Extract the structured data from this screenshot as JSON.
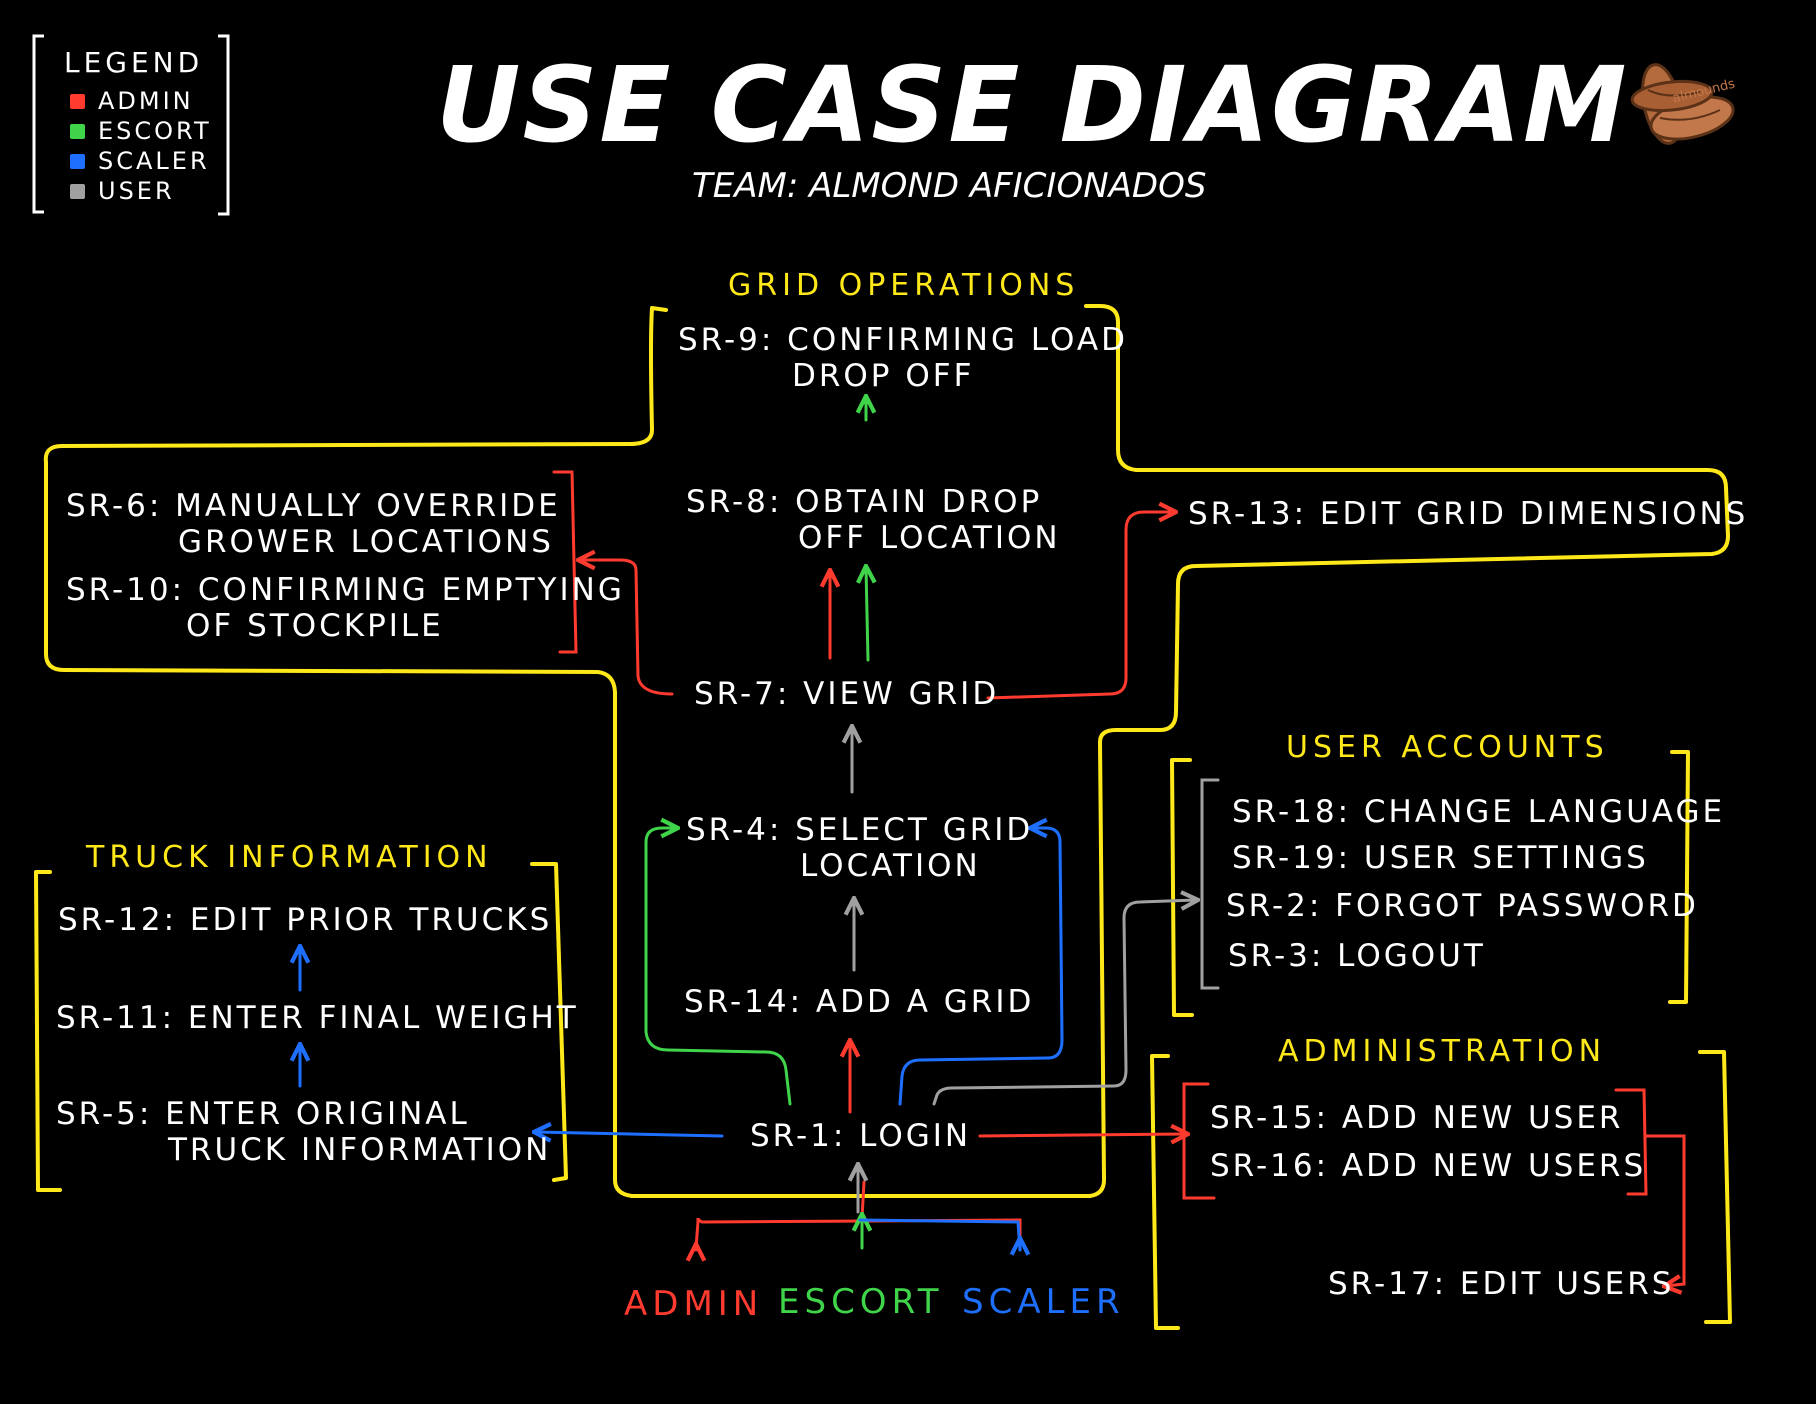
{
  "title": "USE CASE DIAGRAM",
  "subtitle": "TEAM:  ALMOND AFICIONADOS",
  "logo_text": "almounds",
  "colors": {
    "admin": "#ff3b2f",
    "escort": "#3fd44a",
    "scaler": "#1f6fff",
    "user": "#a0a0a0",
    "group": "#ffe81a"
  },
  "legend": {
    "title": "LEGEND",
    "items": [
      {
        "label": "ADMIN",
        "color": "#ff3b2f"
      },
      {
        "label": "ESCORT",
        "color": "#3fd44a"
      },
      {
        "label": "SCALER",
        "color": "#1f6fff"
      },
      {
        "label": "USER",
        "color": "#a0a0a0"
      }
    ]
  },
  "groups": {
    "grid_operations": "GRID OPERATIONS",
    "truck_information": "TRUCK INFORMATION",
    "user_accounts": "USER ACCOUNTS",
    "administration": "ADMINISTRATION"
  },
  "use_cases": {
    "sr9": [
      "SR-9: CONFIRMING LOAD",
      "DROP OFF"
    ],
    "sr8": [
      "SR-8: OBTAIN DROP",
      "OFF LOCATION"
    ],
    "sr6": [
      "SR-6: MANUALLY OVERRIDE",
      "GROWER LOCATIONS"
    ],
    "sr10": [
      "SR-10: CONFIRMING EMPTYING",
      "OF STOCKPILE"
    ],
    "sr13": "SR-13: EDIT GRID DIMENSIONS",
    "sr7": "SR-7: VIEW GRID",
    "sr4": [
      "SR-4: SELECT GRID",
      "LOCATION"
    ],
    "sr14": "SR-14: ADD A GRID",
    "sr12": "SR-12: EDIT PRIOR TRUCKS",
    "sr11": "SR-11: ENTER FINAL WEIGHT",
    "sr5": [
      "SR-5: ENTER ORIGINAL",
      "TRUCK INFORMATION"
    ],
    "sr1": "SR-1: LOGIN",
    "sr18": "SR-18: CHANGE LANGUAGE",
    "sr19": "SR-19: USER SETTINGS",
    "sr2": "SR-2: FORGOT PASSWORD",
    "sr3": "SR-3: LOGOUT",
    "sr15": "SR-15: ADD NEW USER",
    "sr16": "SR-16: ADD NEW USERS",
    "sr17": "SR-17: EDIT USERS"
  },
  "actors": {
    "admin": "ADMIN",
    "escort": "ESCORT",
    "scaler": "SCALER"
  }
}
